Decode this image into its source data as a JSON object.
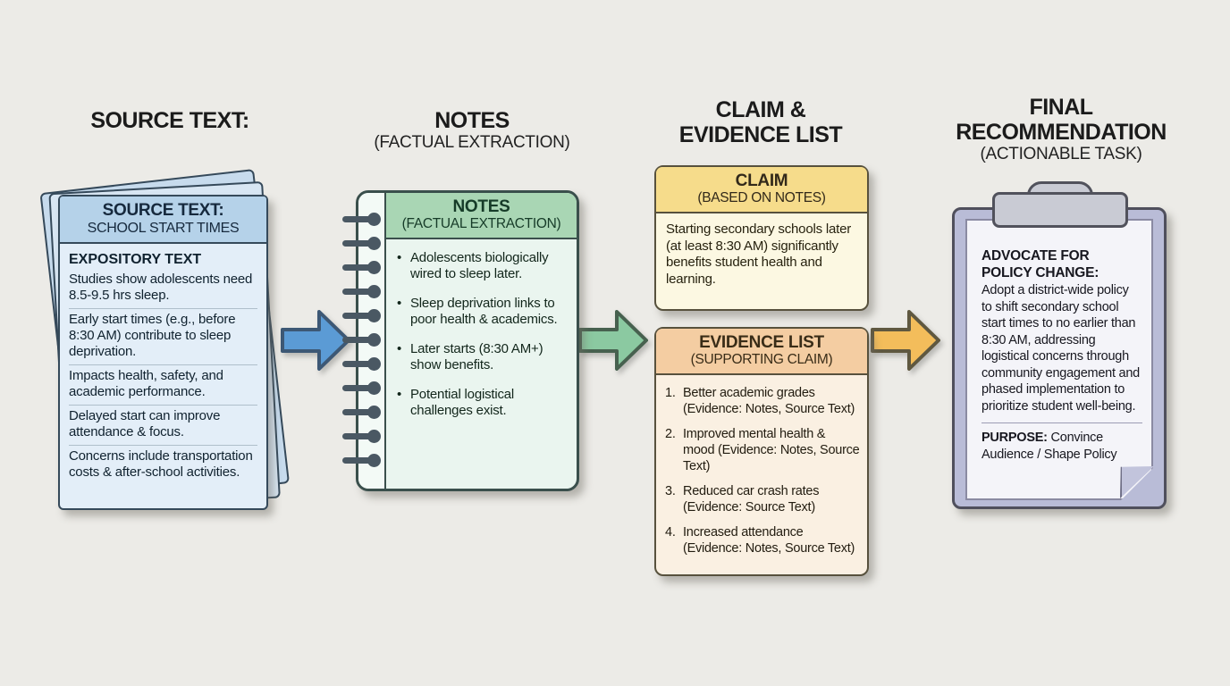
{
  "headings": {
    "source": {
      "title": "SOURCE TEXT:"
    },
    "notes": {
      "title": "NOTES",
      "subtitle": "(FACTUAL EXTRACTION)"
    },
    "claim": {
      "line1": "CLAIM &",
      "line2": "EVIDENCE LIST"
    },
    "final": {
      "line1": "FINAL",
      "line2": "RECOMMENDATION",
      "subtitle": "(ACTIONABLE TASK)"
    }
  },
  "source_card": {
    "title": "SOURCE TEXT:",
    "subtitle": "SCHOOL START TIMES",
    "section_label": "EXPOSITORY TEXT",
    "rows": [
      "Studies show adolescents need 8.5-9.5 hrs sleep.",
      "Early start times (e.g., before 8:30 AM) contribute to sleep deprivation.",
      "Impacts health, safety, and academic performance.",
      "Delayed start can improve attendance & focus.",
      "Concerns include transportation costs & after-school activities."
    ]
  },
  "notes_card": {
    "title": "NOTES",
    "subtitle": "(FACTUAL EXTRACTION)",
    "bullets": [
      "Adolescents biologically wired to sleep later.",
      "Sleep deprivation links to poor health & academics.",
      "Later starts (8:30 AM+) show benefits.",
      "Potential logistical challenges exist."
    ]
  },
  "claim_card": {
    "title": "CLAIM",
    "subtitle": "(BASED ON NOTES)",
    "body": "Starting secondary schools later (at least 8:30 AM) significantly benefits student health and learning."
  },
  "evidence_card": {
    "title": "EVIDENCE LIST",
    "subtitle": "(SUPPORTING CLAIM)",
    "items": [
      "Better academic grades (Evidence: Notes, Source Text)",
      "Improved mental health & mood (Evidence: Notes, Source Text)",
      "Reduced car crash rates (Evidence: Source Text)",
      "Increased attendance (Evidence: Notes, Source Text)"
    ]
  },
  "final_card": {
    "heading": "ADVOCATE FOR POLICY CHANGE:",
    "body": "Adopt a district-wide policy to shift secondary school start times to no earlier than 8:30 AM, addressing logistical concerns through community engagement and phased implementation to prioritize student well-being.",
    "purpose_label": "PURPOSE:",
    "purpose_text": " Convince Audience / Shape Policy"
  },
  "colors": {
    "arrow_source_to_notes": "#5B9BD5",
    "arrow_notes_to_claim": "#8BC9A1",
    "arrow_claim_to_final": "#F3BD5B",
    "arrow_outline_blue": "#3D5875",
    "arrow_outline_green": "#47614F",
    "arrow_outline_orange": "#5F5840",
    "background": "#ECEBE7"
  }
}
